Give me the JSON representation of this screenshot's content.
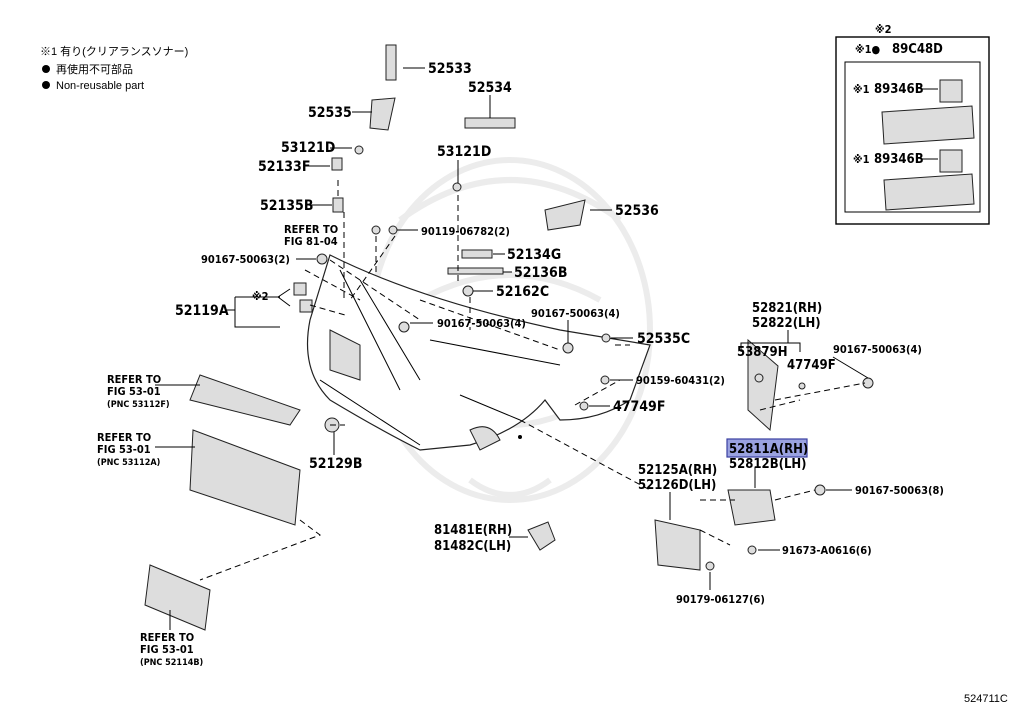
{
  "legend": {
    "note1": "※1 有り(クリアランスソナー)",
    "note2": "再使用不可部品",
    "note3": "Non-reusable part"
  },
  "inset": {
    "header_mark": "※2",
    "title_mark": "※1●",
    "title": "89C48D",
    "part_a_mark": "※1",
    "part_a": "89346B",
    "part_b_mark": "※1",
    "part_b": "89346B"
  },
  "labels": {
    "p52533": "52533",
    "p52534": "52534",
    "p52535": "52535",
    "p53121D_a": "53121D",
    "p52133F": "52133F",
    "p53121D_b": "53121D",
    "p52135B": "52135B",
    "p52536": "52536",
    "refer_fig81_1": "REFER TO",
    "refer_fig81_2": "FIG 81-04",
    "p90119": "90119-06782(2)",
    "p90167_a": "90167-50063(2)",
    "p52134G": "52134G",
    "p52136B": "52136B",
    "p52162C": "52162C",
    "mark2": "※2",
    "p52119A": "52119A",
    "p90167_b": "90167-50063(4)",
    "p90167_c": "90167-50063(4)",
    "p52535C": "52535C",
    "p52821": "52821(RH)",
    "p52822": "52822(LH)",
    "p53879H": "53879H",
    "p90167_d": "90167-50063(4)",
    "p47749F_a": "47749F",
    "refer_53_1a": "REFER TO",
    "refer_53_1b": "FIG 53-01",
    "refer_53_1c": "(PNC 53112F)",
    "p90159": "90159-60431(2)",
    "p47749F_b": "47749F",
    "refer_53_2a": "REFER TO",
    "refer_53_2b": "FIG 53-01",
    "refer_53_2c": "(PNC 53112A)",
    "p52811A": "52811A(RH)",
    "p52812B": "52812B(LH)",
    "p52129B": "52129B",
    "p52125A": "52125A(RH)",
    "p52126D": "52126D(LH)",
    "p90167_e": "90167-50063(8)",
    "p81481E": "81481E(RH)",
    "p81482C": "81482C(LH)",
    "p91673": "91673-A0616(6)",
    "p90179": "90179-06127(6)",
    "refer_52_a": "REFER TO",
    "refer_52_b": "FIG 53-01",
    "refer_52_c": "(PNC 52114B)",
    "diagram_id": "524711C"
  },
  "colors": {
    "highlight": "#9aa2e0",
    "highlight_border": "#3a3fa0"
  }
}
